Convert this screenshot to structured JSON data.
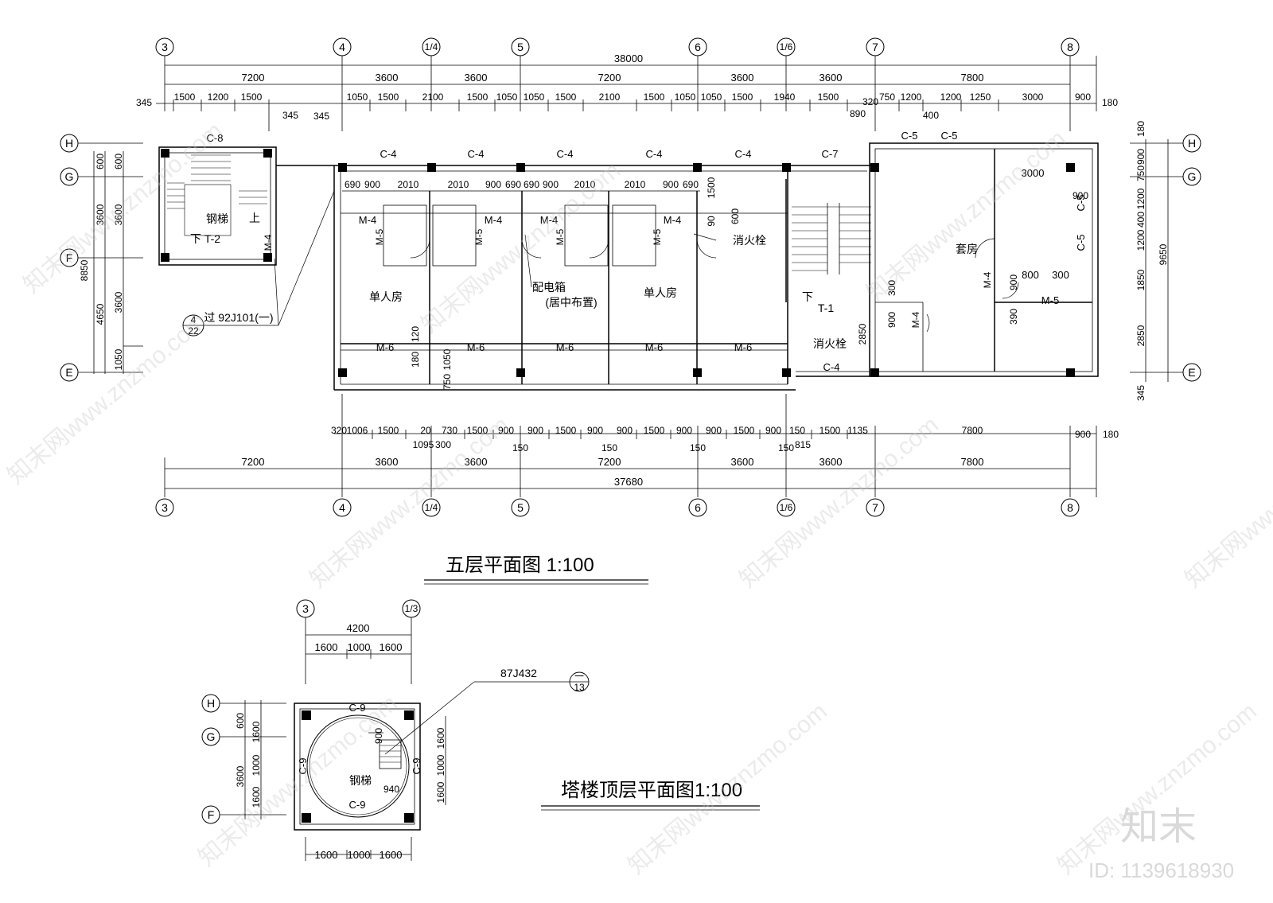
{
  "floor_plan": {
    "title": "五层平面图  1:100",
    "axes_top": [
      "3",
      "4",
      "1/4",
      "5",
      "6",
      "1/6",
      "7",
      "8"
    ],
    "axes_bottom": [
      "3",
      "4",
      "1/4",
      "5",
      "6",
      "1/6",
      "7",
      "8"
    ],
    "axes_left": [
      "H",
      "G",
      "F",
      "E"
    ],
    "axes_right": [
      "H",
      "G",
      "E"
    ],
    "total_top": "38000",
    "total_bottom": "37680",
    "spans_top": [
      "7200",
      "3600",
      "3600",
      "7200",
      "3600",
      "3600",
      "7800"
    ],
    "spans_bottom": [
      "7200",
      "3600",
      "3600",
      "7200",
      "3600",
      "3600",
      "7800"
    ],
    "detail_top": [
      "345",
      "1500",
      "1200",
      "1500",
      "345",
      "345",
      "1050",
      "1500",
      "2100",
      "1500",
      "1050",
      "1050",
      "1500",
      "2100",
      "1500",
      "1050",
      "1050",
      "1500",
      "1940",
      "1500",
      "320",
      "890",
      "750",
      "1200",
      "400",
      "1200",
      "1250",
      "3000",
      "900",
      "180"
    ],
    "detail_bottom": [
      "320",
      "1006",
      "1500",
      "20",
      "730",
      "1500",
      "900",
      "900",
      "1500",
      "900",
      "900",
      "1500",
      "900",
      "900",
      "1500",
      "900",
      "150",
      "1500",
      "1135",
      "7800",
      "900",
      "180"
    ],
    "detail_bottom_sub": [
      "1095",
      "300",
      "150",
      "150",
      "150",
      "150",
      "815"
    ],
    "left_dims": [
      "600",
      "600",
      "3600",
      "3600",
      "8850",
      "4650",
      "3600",
      "1050"
    ],
    "right_dims": [
      "180",
      "900",
      "750",
      "1200",
      "400",
      "1200",
      "9650",
      "1850",
      "2850",
      "345"
    ],
    "corridor_dims": [
      "690",
      "900",
      "2010",
      "2010",
      "900",
      "690",
      "690",
      "900",
      "2010",
      "2010",
      "900",
      "690"
    ],
    "windows": [
      "C-8",
      "C-4",
      "C-4",
      "C-4",
      "C-4",
      "C-4",
      "C-7",
      "C-5",
      "C-5",
      "C-5",
      "C-5",
      "C-4"
    ],
    "doors": [
      "M-4",
      "M-4",
      "M-4",
      "M-4",
      "M-4",
      "M-5",
      "M-5",
      "M-5",
      "M-5",
      "M-6",
      "M-6",
      "M-6",
      "M-6",
      "M-6",
      "M-4",
      "M-4",
      "M-5"
    ],
    "rooms": {
      "single_room_1": "单人房",
      "single_room_2": "单人房",
      "suite": "套房",
      "steel_stair": "钢梯",
      "stair_up": "上",
      "stair_down_t2": "下  T-2",
      "stair_down_t1": "下",
      "stair_t1": "T-1",
      "fire_hydrant_1": "消火栓",
      "fire_hydrant_2": "消火栓",
      "distribution_box": "配电箱",
      "distribution_note": "(居中布置)"
    },
    "misc_dims": [
      "1500",
      "600",
      "90",
      "3000",
      "900",
      "800",
      "300",
      "900",
      "390",
      "300",
      "900",
      "2850",
      "120",
      "180",
      "1050",
      "750"
    ],
    "detail_ref": "过 92J101(一)",
    "detail_callout_top": "4",
    "detail_callout_bottom": "22"
  },
  "tower_plan": {
    "title": "塔楼顶层平面图1:100",
    "axes_top": [
      "3",
      "1/3"
    ],
    "axes_left": [
      "H",
      "G",
      "F"
    ],
    "total_top": "4200",
    "dims_top": [
      "1600",
      "1000",
      "1600"
    ],
    "dims_bottom": [
      "1600",
      "1000",
      "1600"
    ],
    "dims_left": [
      "600",
      "3600",
      "1600",
      "1000",
      "1600"
    ],
    "dims_right": [
      "1600",
      "1000",
      "1600"
    ],
    "windows": [
      "C-9",
      "C-9",
      "C-9",
      "C-9"
    ],
    "stair": "钢梯",
    "stair_dims": [
      "900",
      "940"
    ],
    "ref_code": "87J432",
    "ref_callout_top": "一",
    "ref_callout_bottom": "13"
  },
  "watermark": {
    "text": "知末网www.znzmo.com",
    "logo": "知末",
    "id": "ID: 1139618930"
  }
}
